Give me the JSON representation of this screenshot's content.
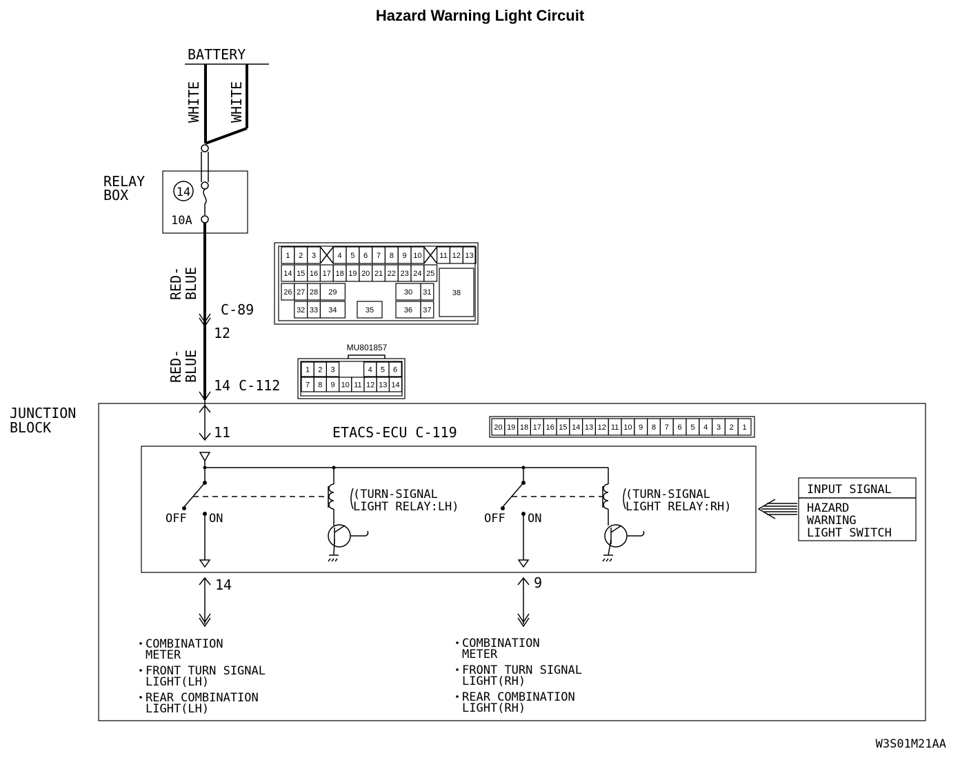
{
  "title": "Hazard Warning Light Circuit",
  "battery": {
    "label": "BATTERY",
    "wire_left": "WHITE",
    "wire_right": "WHITE"
  },
  "relay_box": {
    "label_line1": "RELAY",
    "label_line2": "BOX",
    "fuse_number": "14",
    "fuse_rating": "10A"
  },
  "wire_upper": {
    "line1": "RED-",
    "line2": "BLUE"
  },
  "wire_lower": {
    "line1": "RED-",
    "line2": "BLUE"
  },
  "connector_c89": {
    "label": "C-89",
    "pin": "12",
    "row1": [
      "1",
      "2",
      "3",
      "4",
      "5",
      "6",
      "7",
      "8",
      "9",
      "10",
      "11",
      "12",
      "13"
    ],
    "row2": [
      "14",
      "15",
      "16",
      "17",
      "18",
      "19",
      "20",
      "21",
      "22",
      "23",
      "24",
      "25"
    ],
    "row3": [
      "26",
      "27",
      "28",
      "29",
      "30",
      "31"
    ],
    "row4": [
      "32",
      "33",
      "34",
      "35",
      "36",
      "37"
    ],
    "big": "38"
  },
  "connector_c112": {
    "part_number": "MU801857",
    "label": "14  C-112",
    "row1": [
      "1",
      "2",
      "3",
      "4",
      "5",
      "6"
    ],
    "row2": [
      "7",
      "8",
      "9",
      "10",
      "11",
      "12",
      "13",
      "14"
    ]
  },
  "junction_block": {
    "line1": "JUNCTION",
    "line2": "BLOCK",
    "pin_in": "11"
  },
  "etacs": {
    "label": "ETACS-ECU  C-119",
    "pins": [
      "20",
      "19",
      "18",
      "17",
      "16",
      "15",
      "14",
      "13",
      "12",
      "11",
      "10",
      "9",
      "8",
      "7",
      "6",
      "5",
      "4",
      "3",
      "2",
      "1"
    ]
  },
  "relay_lh": {
    "line1": "(TURN-SIGNAL",
    "line2": "LIGHT RELAY:LH)",
    "off": "OFF",
    "on": "ON"
  },
  "relay_rh": {
    "line1": "(TURN-SIGNAL",
    "line2": "LIGHT RELAY:RH)",
    "off": "OFF",
    "on": "ON"
  },
  "input_signal": {
    "header": "INPUT SIGNAL",
    "line1": "HAZARD",
    "line2": "WARNING",
    "line3": "LIGHT SWITCH"
  },
  "output_lh": {
    "pin": "14",
    "items": [
      {
        "line1": "COMBINATION",
        "line2": "METER"
      },
      {
        "line1": "FRONT TURN SIGNAL",
        "line2": "LIGHT(LH)"
      },
      {
        "line1": "REAR COMBINATION",
        "line2": "LIGHT(LH)"
      }
    ]
  },
  "output_rh": {
    "pin": "9",
    "items": [
      {
        "line1": "COMBINATION",
        "line2": "METER"
      },
      {
        "line1": "FRONT TURN SIGNAL",
        "line2": "LIGHT(RH)"
      },
      {
        "line1": "REAR COMBINATION",
        "line2": "LIGHT(RH)"
      }
    ]
  },
  "figure_code": "W3S01M21AA"
}
